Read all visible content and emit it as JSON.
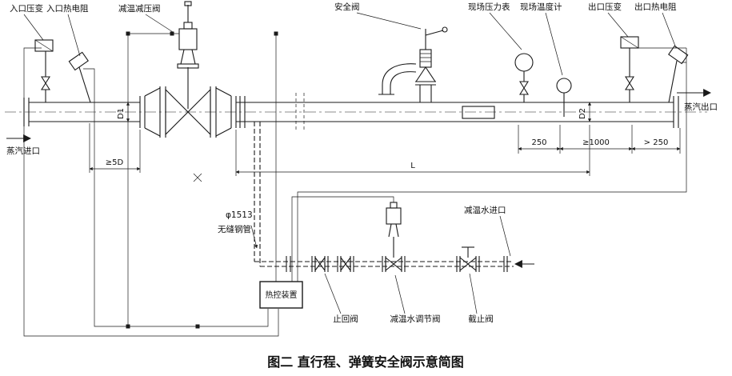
{
  "title": "图二 直行程、弹簧安全阀示意简图",
  "labels": {
    "inlet_pressure_transmitter": "入口压变",
    "inlet_rtd": "入口热电阻",
    "reducing_valve": "减温减压阀",
    "safety_valve": "安全阀",
    "field_pressure_gauge": "现场压力表",
    "field_thermometer": "现场温度计",
    "outlet_pressure_transmitter": "出口压变",
    "outlet_rtd": "出口热电阻",
    "steam_inlet": "蒸汽进口",
    "steam_outlet": "蒸汽出口",
    "pipe_spec_line1": "φ1513",
    "pipe_spec_line2": "无缝钢管",
    "control_unit": "热控装置",
    "check_valve": "止回阀",
    "water_control_valve": "减温水调节阀",
    "stop_valve": "截止阀",
    "water_inlet": "减温水进口"
  },
  "dims": {
    "min_5d": "≥5D",
    "d1": "D1",
    "d2": "D2",
    "length": "L",
    "dim_250": "250",
    "dim_min_1000": "≥1000",
    "dim_gt_250": "> 250"
  }
}
